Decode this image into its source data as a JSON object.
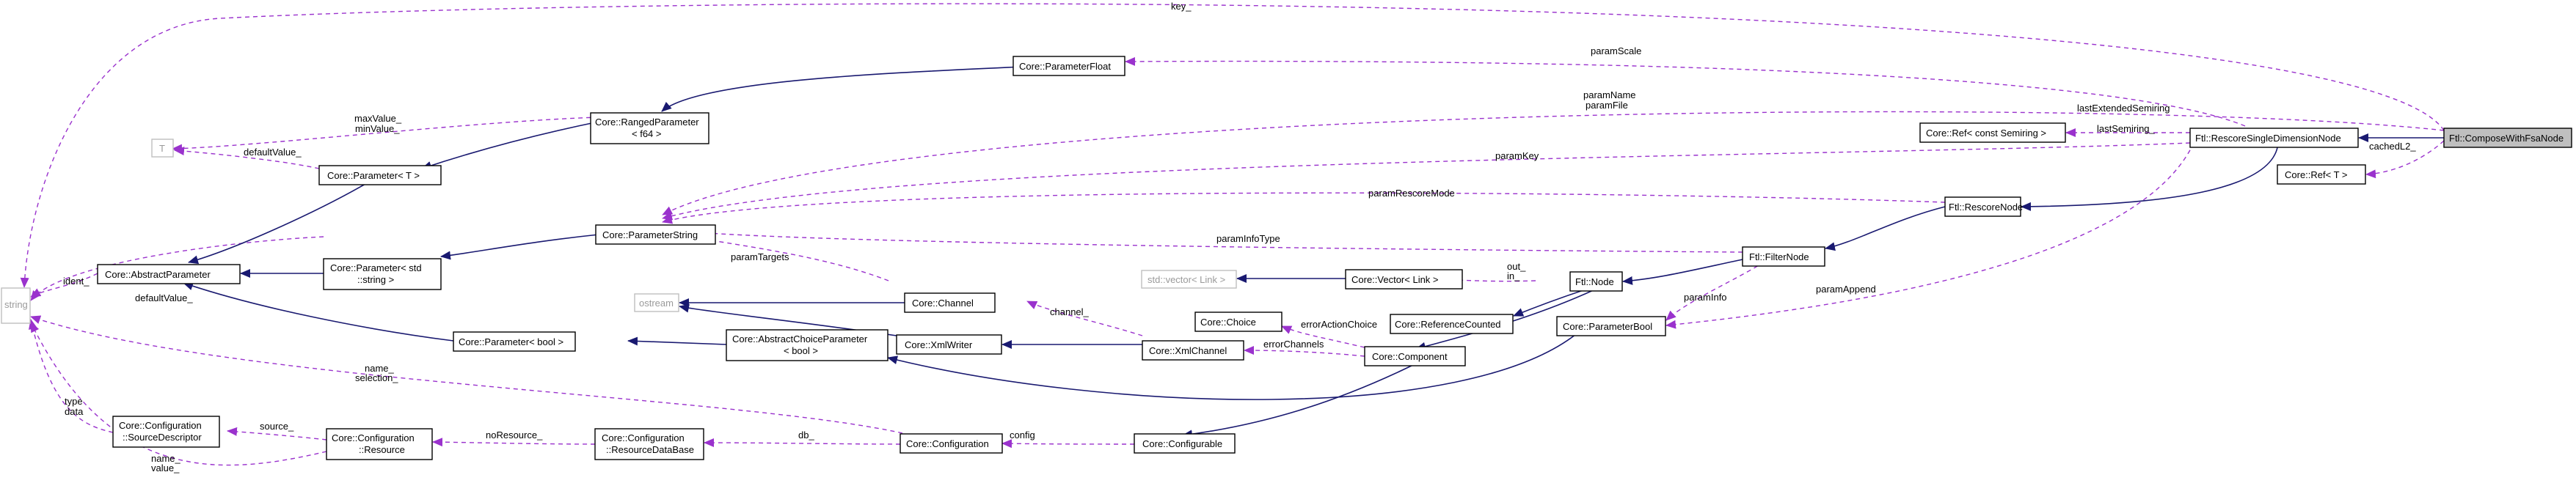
{
  "diagram": {
    "nodes": {
      "string": "string",
      "t": "T",
      "ostream": "ostream",
      "vector_link": "std::vector< Link >",
      "abstract_parameter": "Core::AbstractParameter",
      "parameter_t_1": "Core::Parameter< T >",
      "ranged_parameter_1": "Core::RangedParameter",
      "ranged_parameter_2": "< f64 >",
      "parameter_float": "Core::ParameterFloat",
      "parameter_string": "Core::ParameterString",
      "parameter_std_1": "Core::Parameter< std",
      "parameter_std_2": "::string >",
      "parameter_bool_t": "Core::Parameter< bool >",
      "abstract_choice_1": "Core::AbstractChoiceParameter",
      "abstract_choice_2": "< bool >",
      "channel": "Core::Channel",
      "xml_writer": "Core::XmlWriter",
      "xml_channel": "Core::XmlChannel",
      "choice": "Core::Choice",
      "vector_link_core": "Core::Vector< Link >",
      "reference_counted": "Core::ReferenceCounted",
      "component": "Core::Component",
      "configurable": "Core::Configurable",
      "configuration": "Core::Configuration",
      "resource_db_1": "Core::Configuration",
      "resource_db_2": "::ResourceDataBase",
      "resource_1": "Core::Configuration",
      "resource_2": "::Resource",
      "source_desc_1": "Core::Configuration",
      "source_desc_2": "::SourceDescriptor",
      "parameter_bool": "Core::ParameterBool",
      "ftl_node": "Ftl::Node",
      "filter_node": "Ftl::FilterNode",
      "rescore_node": "Ftl::RescoreNode",
      "rescore_single": "Ftl::RescoreSingleDimensionNode",
      "ref_semiring": "Core::Ref< const Semiring >",
      "ref_t": "Core::Ref< T >",
      "compose": "Ftl::ComposeWithFsaNode"
    },
    "edge_labels": {
      "key": "key_",
      "param_scale": "paramScale",
      "param_name": "paramName",
      "param_file": "paramFile",
      "last_extended_semiring": "lastExtendedSemiring",
      "last_semiring": "lastSemiring_",
      "cached_l2": "cachedL2_",
      "max_value": "maxValue_",
      "min_value": "minValue_",
      "default_value_t": "defaultValue_",
      "param_key": "paramKey",
      "param_rescore_mode": "paramRescoreMode",
      "param_info_type": "paramInfoType",
      "ident": "ident_",
      "default_value_s": "defaultValue_",
      "param_targets": "paramTargets",
      "out": "out_",
      "in": "in_",
      "param_info": "paramInfo",
      "param_append": "paramAppend",
      "channel": "channel_",
      "error_action_choice": "errorActionChoice",
      "error_channels": "errorChannels",
      "name_sel_1": "name_",
      "name_sel_2": "selection_",
      "type": "type",
      "data": "data",
      "source": "source_",
      "no_resource": "noResource_",
      "db": "db_",
      "config": "config",
      "name_val_1": "name_",
      "name_val_2": "value_"
    }
  }
}
